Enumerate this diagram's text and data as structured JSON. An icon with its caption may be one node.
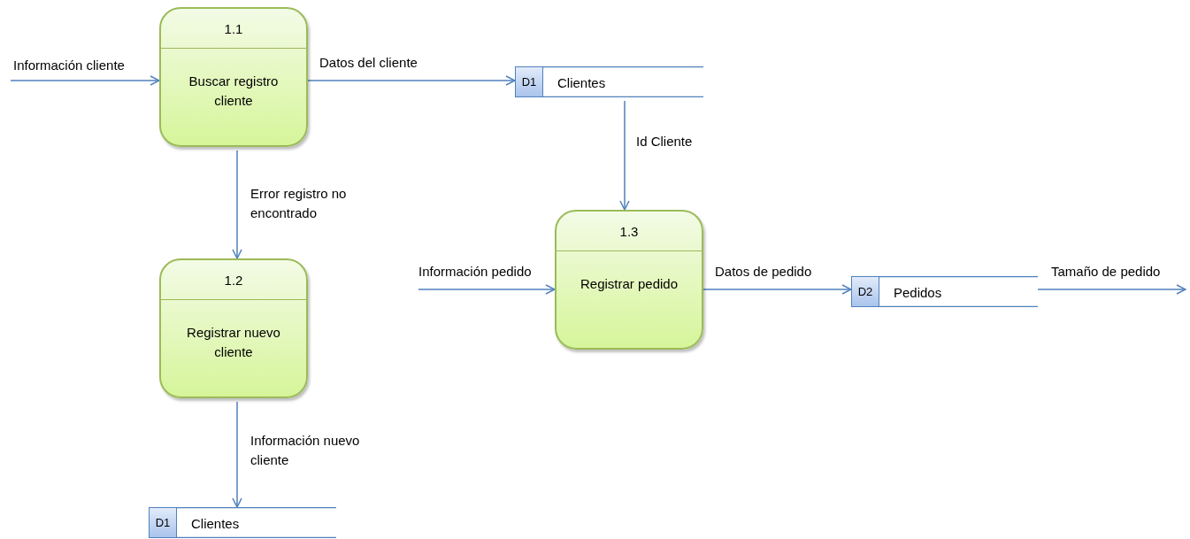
{
  "diagram": {
    "nodes": [
      {
        "text": [
          "1.1",
          "Buscar registro cliente"
        ]
      },
      {
        "text": [
          "D1",
          "Clientes"
        ]
      },
      {
        "text": [
          "1.2",
          "Registrar nuevo cliente"
        ]
      },
      {
        "text": [
          "1.3",
          "Registrar pedido"
        ]
      },
      {
        "text": [
          "D2",
          "Pedidos"
        ]
      },
      {
        "text": [
          "D1",
          "Clientes"
        ]
      }
    ],
    "edges": [
      {
        "from": null,
        "to": 0,
        "arrow": "to",
        "label": "Información cliente"
      },
      {
        "from": 0,
        "to": 1,
        "arrow": "to",
        "label": "Datos del cliente"
      },
      {
        "from": 1,
        "to": 3,
        "arrow": "to",
        "label": "Id Cliente"
      },
      {
        "from": 0,
        "to": 2,
        "arrow": "to",
        "label": "Error registro no encontrado"
      },
      {
        "from": null,
        "to": 3,
        "arrow": "to",
        "label": "Información pedido"
      },
      {
        "from": 3,
        "to": 4,
        "arrow": "to",
        "label": "Datos de pedido"
      },
      {
        "from": 4,
        "to": null,
        "arrow": "to",
        "label": "Tamaño de pedido"
      },
      {
        "from": 2,
        "to": 5,
        "arrow": "to",
        "label": "Información nuevo cliente"
      }
    ]
  }
}
